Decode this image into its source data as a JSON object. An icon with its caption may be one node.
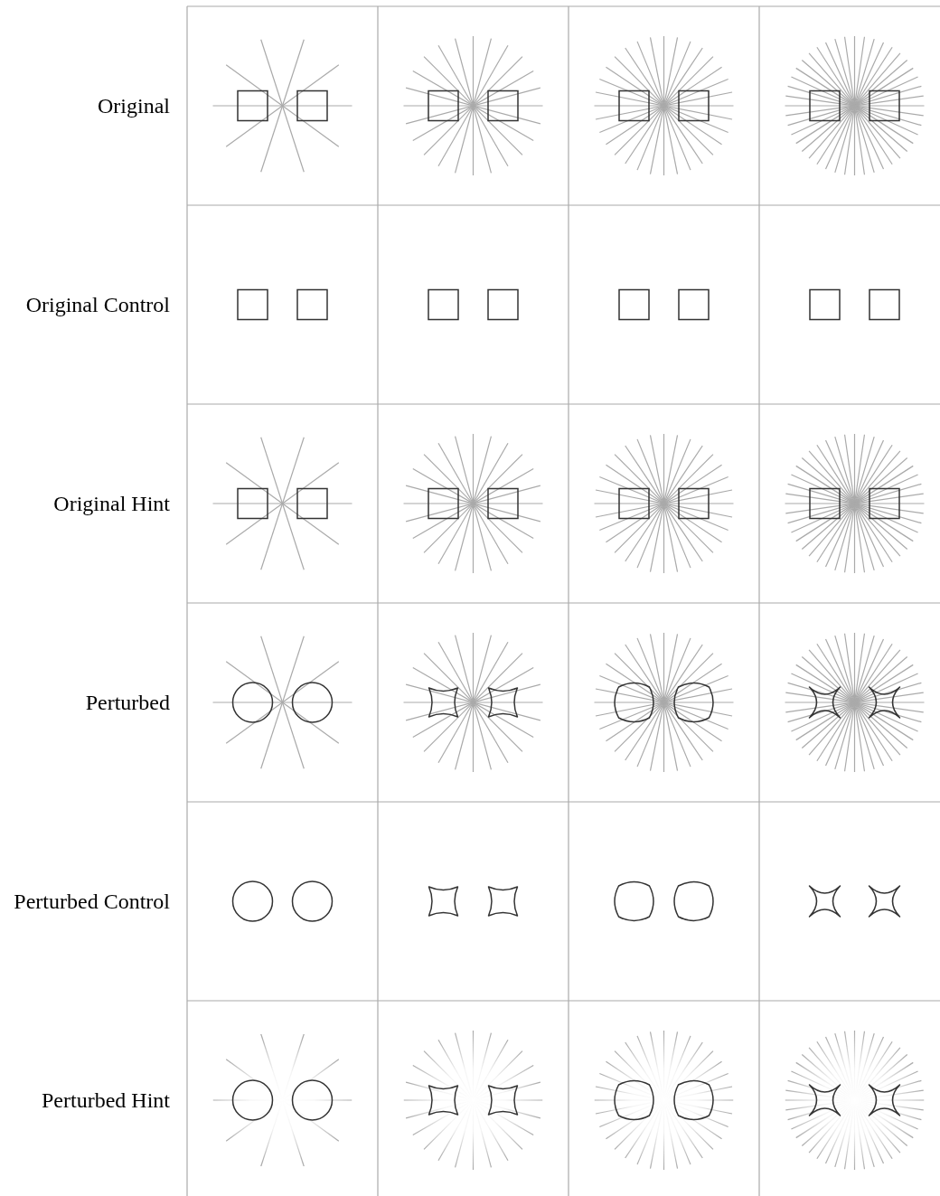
{
  "diagram": {
    "labels": [
      "Original",
      "Original Control",
      "Original Hint",
      "Perturbed",
      "Perturbed Control",
      "Perturbed Hint"
    ]
  }
}
